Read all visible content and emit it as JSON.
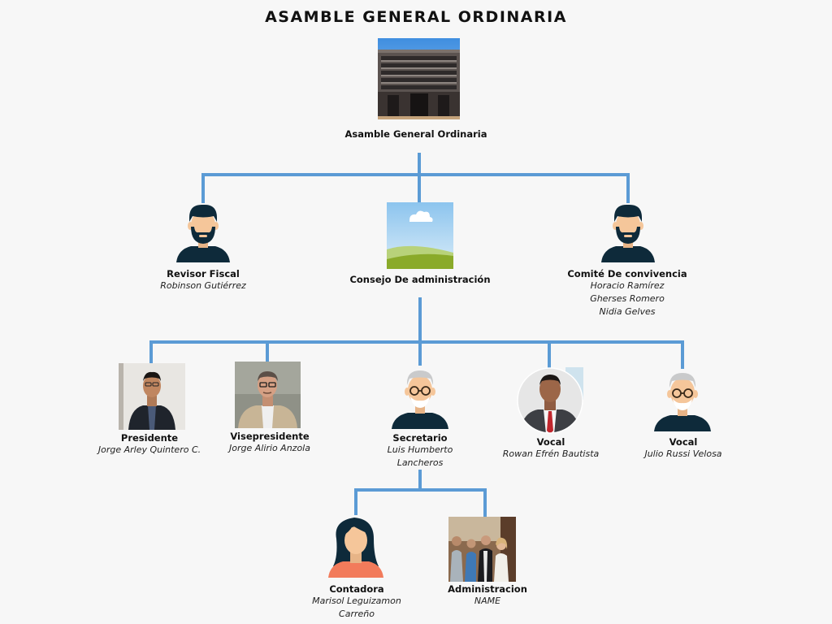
{
  "title": "ASAMBLE GENERAL ORDINARIA",
  "colors": {
    "connector": "#5b9bd5",
    "skin": "#f5c69a",
    "hair": "#0e2a3a",
    "shirt": "#0e2a3a",
    "grey_hair": "#c9cacb",
    "female_shirt": "#f27b5b"
  },
  "nodes": {
    "asamblea": {
      "role": "Asamble General Ordinaria",
      "icon": "building-photo"
    },
    "revisor": {
      "role": "Revisor Fiscal",
      "person": "Robinson Gutiérrez",
      "icon": "bearded-man-avatar-icon"
    },
    "consejo": {
      "role": "Consejo De administración",
      "icon": "landscape-placeholder-icon"
    },
    "comite": {
      "role": "Comité De convivencia",
      "people": [
        "Horacio Ramírez",
        "Gherses Romero",
        "Nidia Gelves"
      ],
      "icon": "bearded-man-avatar-icon"
    },
    "presidente": {
      "role": "Presidente",
      "person": "Jorge Arley Quintero C.",
      "icon": "person-photo"
    },
    "visepresidente": {
      "role": "Visepresidente",
      "person": "Jorge Alirio Anzola",
      "icon": "person-photo"
    },
    "secretario": {
      "role": "Secretario",
      "people": [
        "Luis Humberto",
        "Lancheros"
      ],
      "icon": "old-man-glasses-avatar-icon"
    },
    "vocal1": {
      "role": "Vocal",
      "person": "Rowan Efrén Bautista",
      "icon": "person-photo-circle"
    },
    "vocal2": {
      "role": "Vocal",
      "person": "Julio Russi Velosa",
      "icon": "old-man-glasses-avatar-icon"
    },
    "contadora": {
      "role": "Contadora",
      "people": [
        "Marisol Leguizamon",
        "Carreño"
      ],
      "icon": "woman-avatar-icon"
    },
    "administracion": {
      "role": "Administracion",
      "person": "NAME",
      "icon": "group-photo"
    }
  }
}
